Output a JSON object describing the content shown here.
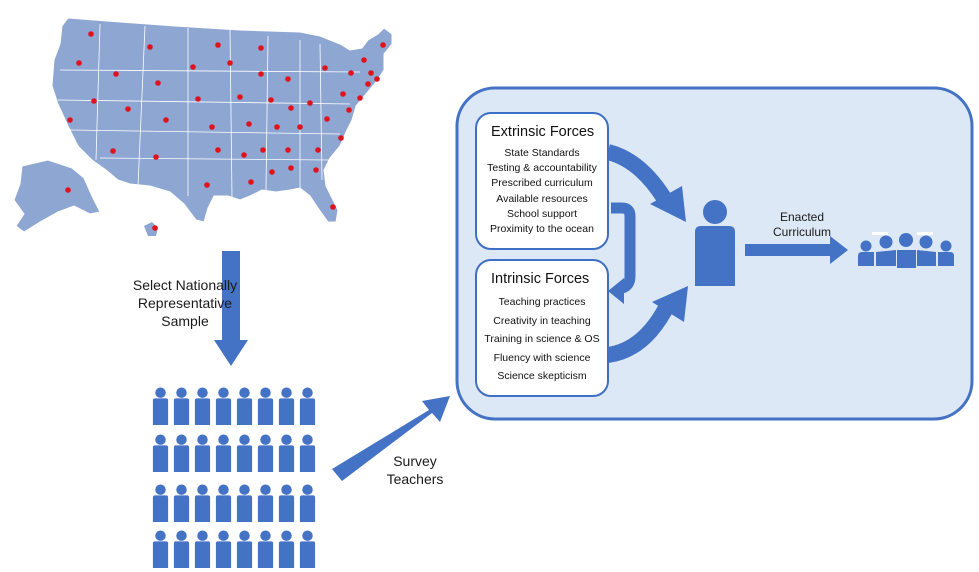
{
  "left_flow": {
    "select_label_lines": [
      "Select Nationally",
      "Representative",
      "Sample"
    ],
    "survey_label_lines": [
      "Survey",
      "Teachers"
    ]
  },
  "extrinsic": {
    "title": "Extrinsic Forces",
    "items": [
      "State Standards",
      "Testing & accountability",
      "Prescribed curriculum",
      "Available resources",
      "School support",
      "Proximity to the ocean"
    ]
  },
  "intrinsic": {
    "title": "Intrinsic Forces",
    "items": [
      "Teaching practices",
      "Creativity in teaching",
      "Training in science & OS",
      "Fluency with science",
      "Science skepticism"
    ]
  },
  "enacted_label_lines": [
    "Enacted",
    "Curriculum"
  ],
  "colors": {
    "accent": "#4472c4",
    "map_fill": "#8ea6d2",
    "map_dot": "#e0121c",
    "panel_fill": "#dde8f6",
    "panel_border": "#4472c4"
  },
  "icons": {
    "map": "us-map-icon",
    "teacher_grid": "teacher-grid-icon",
    "teacher": "teacher-icon",
    "students": "student-group-icon"
  }
}
